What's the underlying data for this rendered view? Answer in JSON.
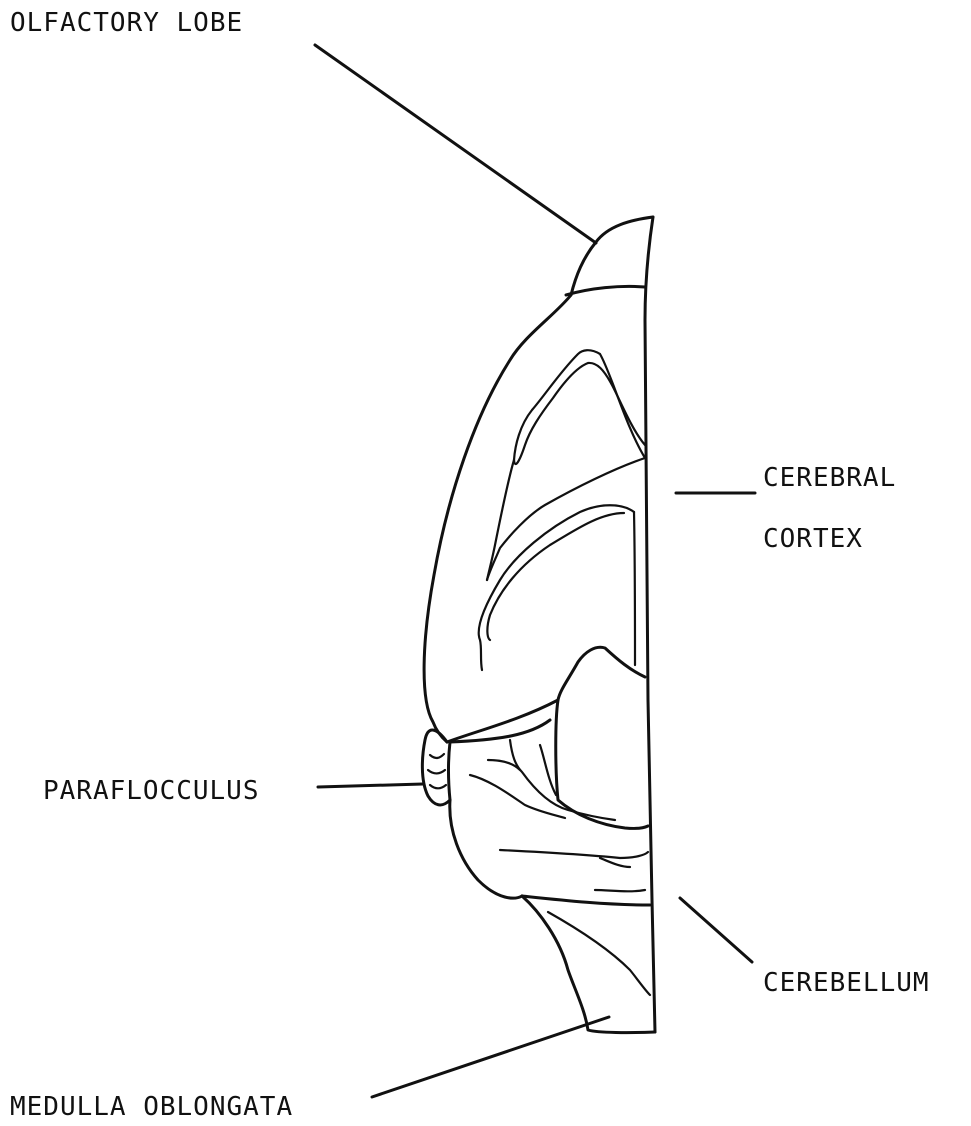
{
  "labels": {
    "olfactory_lobe": "OLFACTORY LOBE",
    "cerebral_line1": "CEREBRAL",
    "cerebral_line2": "CORTEX",
    "paraflocculus": "PARAFLOCCULUS",
    "cerebellum": "CEREBELLUM",
    "medulla_oblongata": "MEDULLA OBLONGATA"
  }
}
